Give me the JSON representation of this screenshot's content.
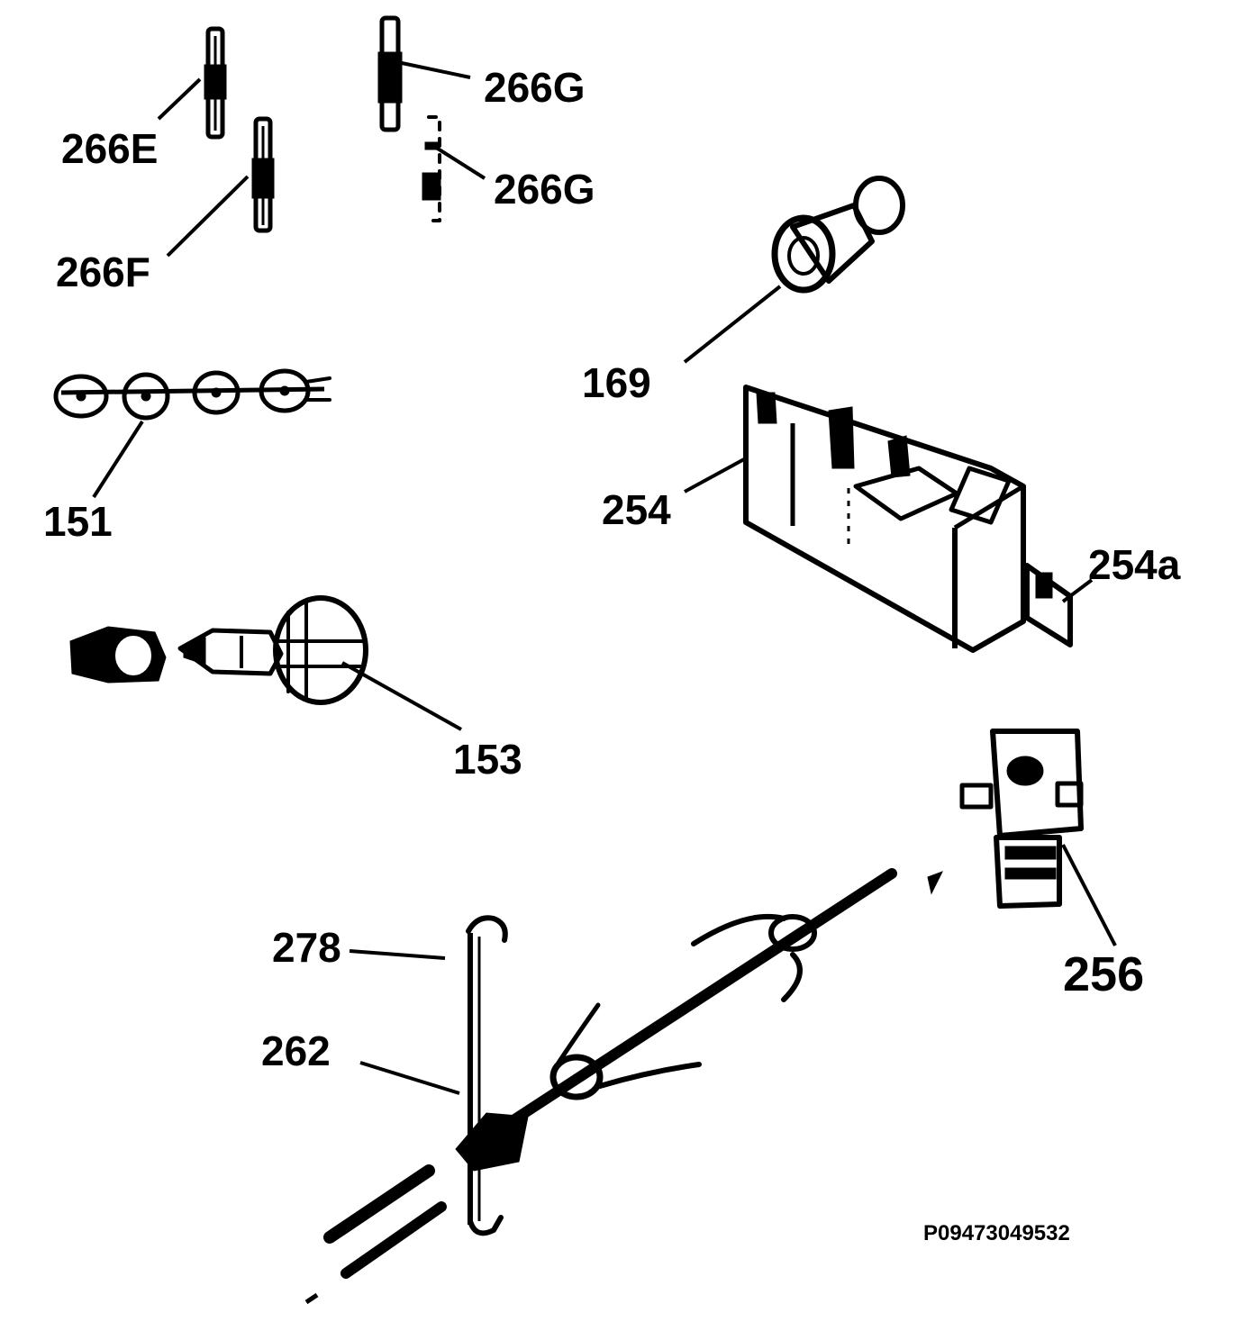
{
  "labels": {
    "p266e": "266E",
    "p266f": "266F",
    "p266g_a": "266G",
    "p266g_b": "266G",
    "p151": "151",
    "p153": "153",
    "p169": "169",
    "p254": "254",
    "p254a": "254a",
    "p256": "256",
    "p278": "278",
    "p262": "262"
  },
  "drawing_code": "P09473049532"
}
